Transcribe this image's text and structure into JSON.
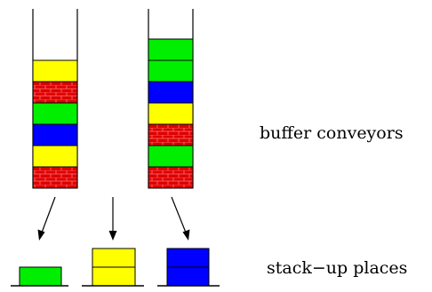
{
  "labels": {
    "buffer_conveyors": "buffer conveyors",
    "stack_up_places": "stack−up places"
  },
  "colors": {
    "yellow": "#ffff00",
    "red": "#dd0000",
    "green": "#00ee00",
    "blue": "#0000ff",
    "line": "#000000",
    "background": "#ffffff"
  },
  "conveyors": [
    {
      "id": "conveyor-left",
      "boxes": [
        "red",
        "yellow",
        "blue",
        "green",
        "red",
        "yellow"
      ]
    },
    {
      "id": "conveyor-middle",
      "boxes": []
    },
    {
      "id": "conveyor-right",
      "boxes": [
        "red",
        "green",
        "red",
        "yellow",
        "blue",
        "green",
        "green"
      ]
    }
  ],
  "stacks": [
    {
      "id": "stack-left",
      "boxes": [
        "green"
      ]
    },
    {
      "id": "stack-middle",
      "boxes": [
        "yellow",
        "yellow"
      ]
    },
    {
      "id": "stack-right",
      "boxes": [
        "blue",
        "blue"
      ]
    }
  ]
}
